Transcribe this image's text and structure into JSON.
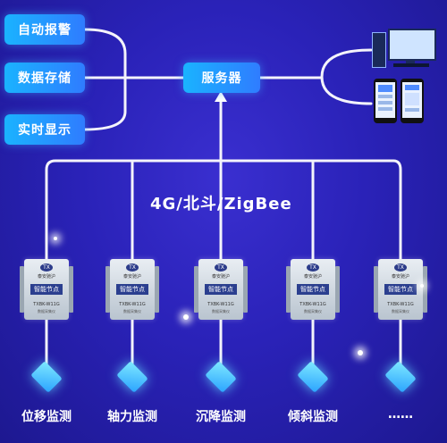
{
  "left_buttons": [
    {
      "label": "自动报警"
    },
    {
      "label": "数据存储"
    },
    {
      "label": "实时显示"
    }
  ],
  "server": {
    "label": "服务器"
  },
  "protocol": {
    "label": "4G/北斗/ZigBee"
  },
  "devices": [
    {
      "label": "智能节点",
      "brand": "泰安驰沪",
      "model": "TXBK-W11G",
      "sub": "数据采集仪",
      "logo": "TX"
    },
    {
      "label": "智能节点",
      "brand": "泰安驰沪",
      "model": "TXBK-W11G",
      "sub": "数据采集仪",
      "logo": "TX"
    },
    {
      "label": "智能节点",
      "brand": "泰安驰沪",
      "model": "TXBK-W11G",
      "sub": "数据采集仪",
      "logo": "TX"
    },
    {
      "label": "智能节点",
      "brand": "泰安驰沪",
      "model": "TXBK-W11G",
      "sub": "数据采集仪",
      "logo": "TX"
    },
    {
      "label": "智能节点",
      "brand": "泰安驰沪",
      "model": "TXBK-W11G",
      "sub": "数据采集仪",
      "logo": "TX"
    }
  ],
  "sensors": [
    {
      "label": "位移监测"
    },
    {
      "label": "轴力监测"
    },
    {
      "label": "沉降监测"
    },
    {
      "label": "倾斜监测"
    },
    {
      "label": "……"
    }
  ],
  "colors": {
    "background": "#2a22b8",
    "button": "#1ab3ff",
    "line": "#ffffff"
  }
}
